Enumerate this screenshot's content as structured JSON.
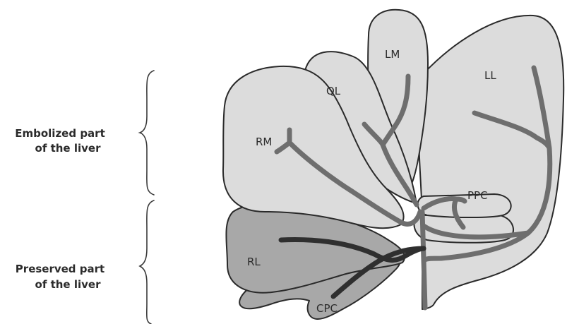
{
  "labels": {
    "embolized_line1": "Embolized part",
    "embolized_line2": "of the liver",
    "preserved_line1": "Preserved part",
    "preserved_line2": "of the liver"
  },
  "lobes": {
    "lm": "LM",
    "ql": "QL",
    "ll": "LL",
    "rm": "RM",
    "ppc": "PPC",
    "rl": "RL",
    "cpc": "CPC"
  },
  "colors": {
    "embolized_fill": "#dcdcdc",
    "preserved_fill": "#a8a8a8",
    "embolized_vessel": "#6e6e6e",
    "preserved_vessel": "#2f2f2f",
    "outline": "#2a2a2a"
  }
}
